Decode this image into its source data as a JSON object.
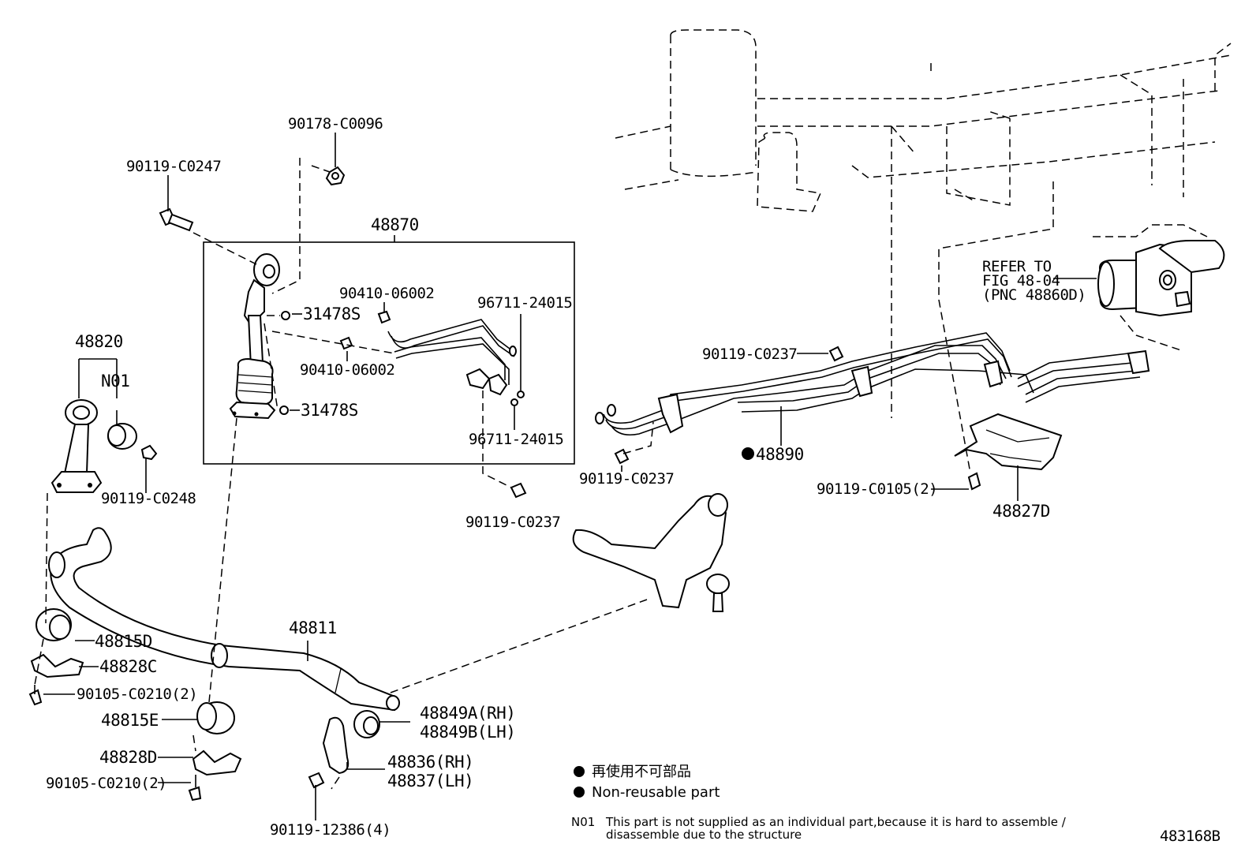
{
  "labels": {
    "p90178_C0096": "90178-C0096",
    "p90119_C0247": "90119-C0247",
    "p48870": "48870",
    "p90410_06002_a": "90410-06002",
    "p31478S_a": "31478S",
    "p96711_24015_a": "96711-24015",
    "p90410_06002_b": "90410-06002",
    "p31478S_b": "31478S",
    "p96711_24015_b": "96711-24015",
    "p90119_C0237_a": "90119-C0237",
    "p48820": "48820",
    "pN01": "N01",
    "p90119_C0248": "90119-C0248",
    "p48811": "48811",
    "p48815D": "48815D",
    "p48828C": "48828C",
    "p90105_C0210_a": "90105-C0210(2)",
    "p48815E": "48815E",
    "p48828D": "48828D",
    "p90105_C0210_b": "90105-C0210(2)",
    "p48849A": "48849A(RH)",
    "p48849B": "48849B(LH)",
    "p48836": "48836(RH)",
    "p48837": "48837(LH)",
    "p90119_12386": "90119-12386(4)",
    "refer1": "REFER TO",
    "refer2": "FIG 48-04",
    "refer3": "(PNC 48860D)",
    "p90119_C0237_b": "90119-C0237",
    "p48890": "48890",
    "p90119_C0237_c": "90119-C0237",
    "p90119_C0105": "90119-C0105(2)",
    "p48827D": "48827D"
  },
  "legend": {
    "jp": "再使用不可部品",
    "en": "Non-reusable part"
  },
  "note": {
    "code": "N01",
    "line1": "This part is not supplied as an individual part,because it is hard to assemble /",
    "line2": "disassemble due to the structure"
  },
  "figure_id": "483168B",
  "colors": {
    "ink": "#000000",
    "paper": "#ffffff"
  }
}
